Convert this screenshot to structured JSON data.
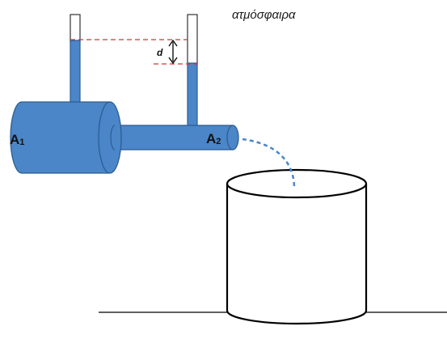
{
  "labels": {
    "atmosphere": "ατμόσφαιρα",
    "height_difference": "d",
    "area1_letter": "A",
    "area1_sub": "1",
    "area2_letter": "A",
    "area2_sub": "2"
  },
  "colors": {
    "water_fill": "#4a86c8",
    "water_stroke": "#2c5d93",
    "dashed_level_line": "#d63232",
    "ground_line": "#000000",
    "container_stroke": "#000000"
  }
}
